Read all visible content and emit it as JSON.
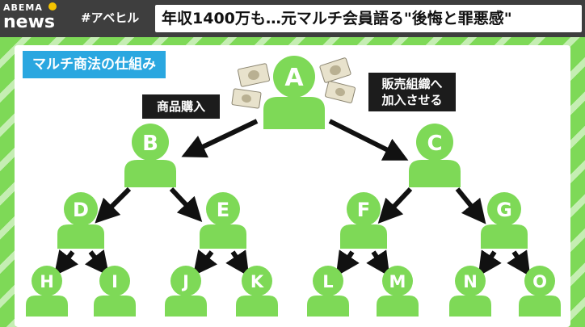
{
  "header": {
    "logo_top": "ABEMA",
    "logo_bottom": "news",
    "hashtag": "#アベヒル",
    "headline": "年収1400万も…元マルチ会員語る\"後悔と罪悪感\""
  },
  "diagram": {
    "title": "マルチ商法の仕組み",
    "label_left": "商品購入",
    "label_right_line1": "販売組織へ",
    "label_right_line2": "加入させる",
    "nodes": [
      "A",
      "B",
      "C",
      "D",
      "E",
      "F",
      "G",
      "H",
      "I",
      "J",
      "K",
      "L",
      "M",
      "N",
      "O"
    ]
  },
  "colors": {
    "figure": "#7ed957",
    "title_bg": "#2aa7e0",
    "label_bg": "#1c1c1c",
    "header_bg": "#3e3e3e"
  }
}
